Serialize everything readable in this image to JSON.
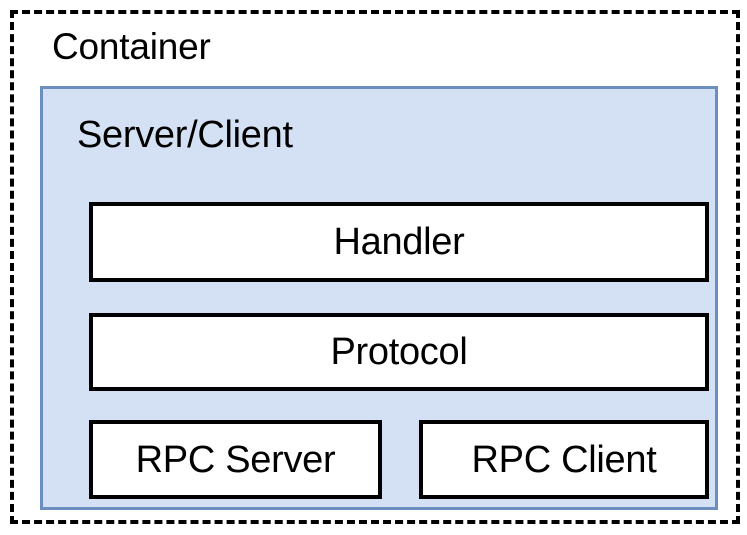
{
  "diagram": {
    "title": "Container / Server-Client architecture block diagram",
    "colors": {
      "outer_border": "#000000",
      "inner_fill": "#d4e1f5",
      "inner_border": "#6c8ebf",
      "component_fill": "#ffffff",
      "component_border": "#000000",
      "text": "#000000"
    },
    "container": {
      "label": "Container",
      "border_style": "dashed"
    },
    "server_client": {
      "label": "Server/Client",
      "border_style": "solid",
      "components": [
        {
          "id": "handler",
          "label": "Handler",
          "row": 1,
          "span": "full"
        },
        {
          "id": "protocol",
          "label": "Protocol",
          "row": 2,
          "span": "full"
        },
        {
          "id": "rpc-server",
          "label": "RPC Server",
          "row": 3,
          "span": "half-left"
        },
        {
          "id": "rpc-client",
          "label": "RPC Client",
          "row": 3,
          "span": "half-right"
        }
      ]
    }
  }
}
